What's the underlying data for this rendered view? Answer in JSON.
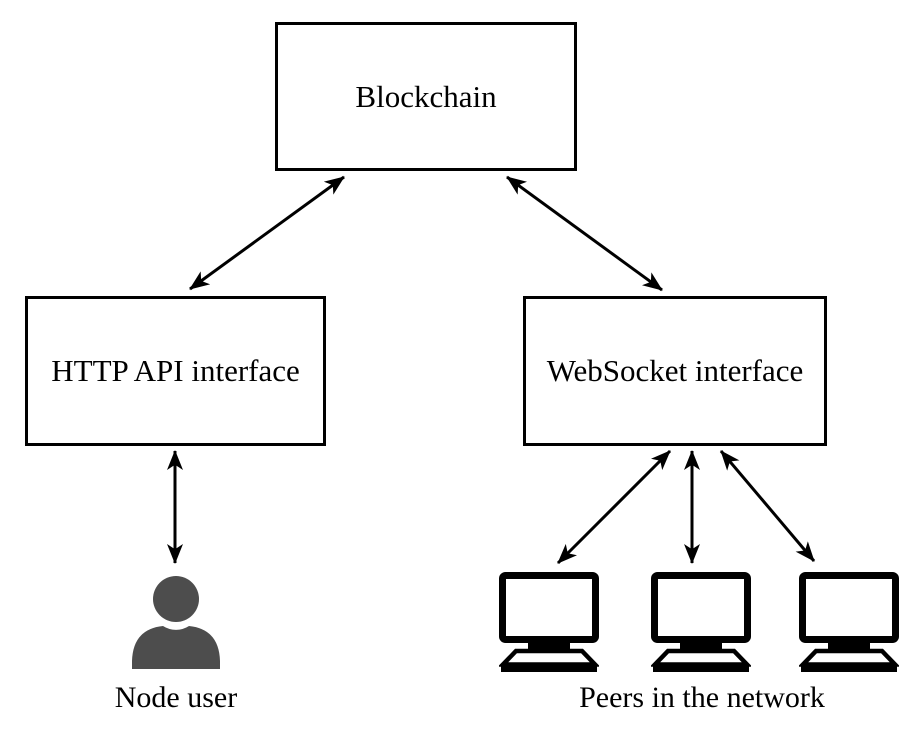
{
  "diagram": {
    "background_color": "#ffffff",
    "line_color": "#000000",
    "box_fill_color": "#ffffff",
    "person_color": "#4d4d4d",
    "nodes": {
      "blockchain": {
        "label": "Blockchain"
      },
      "http_api": {
        "label": "HTTP API interface"
      },
      "websocket": {
        "label": "WebSocket interface"
      }
    },
    "captions": {
      "node_user": "Node user",
      "peers": "Peers in the network"
    },
    "icons": {
      "user": "person-icon",
      "peer": "computer-icon",
      "peer_count": 3
    },
    "edges": [
      {
        "from": "Blockchain",
        "to": "HTTP API interface",
        "style": "double-arrow"
      },
      {
        "from": "Blockchain",
        "to": "WebSocket interface",
        "style": "double-arrow"
      },
      {
        "from": "HTTP API interface",
        "to": "Node user",
        "style": "double-arrow"
      },
      {
        "from": "WebSocket interface",
        "to": "Peer 1",
        "style": "double-arrow"
      },
      {
        "from": "WebSocket interface",
        "to": "Peer 2",
        "style": "double-arrow"
      },
      {
        "from": "WebSocket interface",
        "to": "Peer 3",
        "style": "double-arrow"
      }
    ]
  }
}
